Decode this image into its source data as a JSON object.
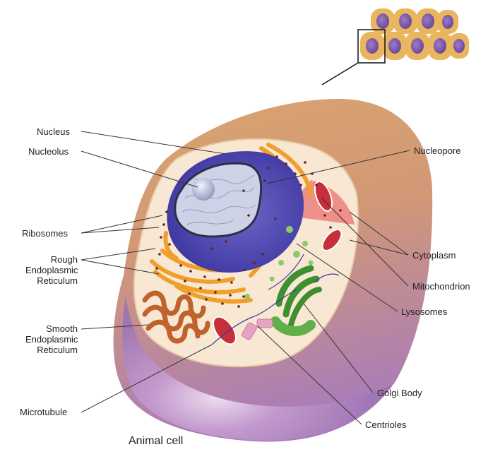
{
  "caption": "Animal cell",
  "labels": {
    "nucleus": "Nucleus",
    "nucleolus": "Nucleolus",
    "ribosomes": "Ribosomes",
    "rough_er": [
      "Rough",
      "Endoplasmic",
      "Reticulum"
    ],
    "smooth_er": [
      "Smooth",
      "Endoplasmic",
      "Reticulum"
    ],
    "microtubule": "Microtubule",
    "nucleopore": "Nucleopore",
    "cytoplasm": "Cytoplasm",
    "mitochondrion": "Mitochondrion",
    "lysosomes": "Lysosomes",
    "golgi_body": "Golgi Body",
    "centrioles": "Centrioles"
  },
  "colors": {
    "cell_membrane_tan": "#c99a6a",
    "cell_membrane_purple": "#b58ac4",
    "cytoplasm": "#f6e6d2",
    "nucleus": "#5a4fb3",
    "nucleoplasm": "#c9cfe4",
    "rough_er": "#f0a830",
    "smooth_er": "#c96a32",
    "golgi": "#4a9c3a",
    "mitochondrion": "#c9303a"
  }
}
